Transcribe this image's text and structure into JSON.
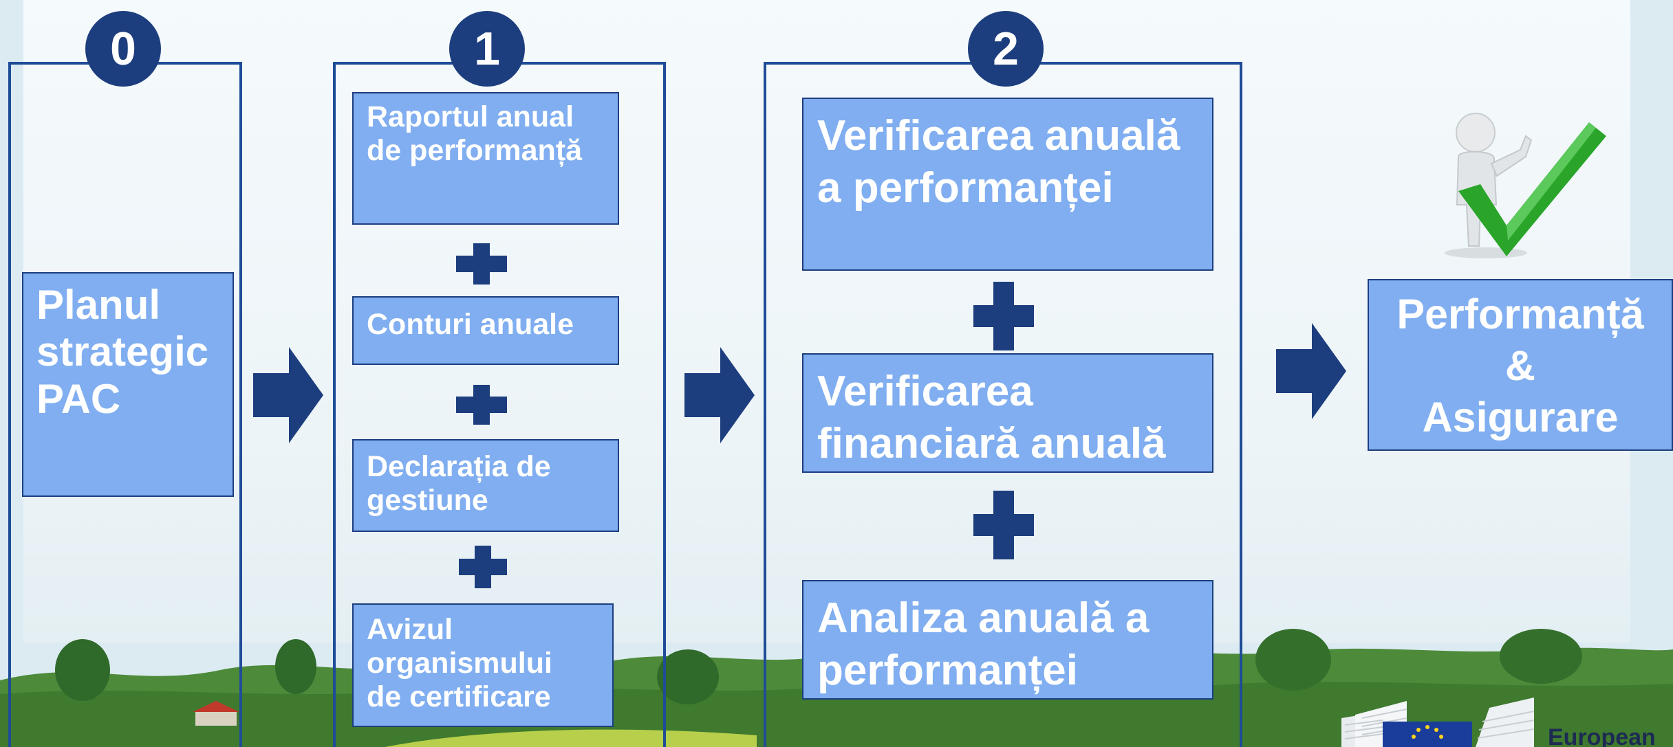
{
  "stages": [
    {
      "number": "0",
      "boxes": [
        "Planul\nstrategic\nPAC"
      ]
    },
    {
      "number": "1",
      "boxes": [
        "Raportul anual\nde performanță",
        "Conturi anuale",
        "Declarația de\ngestiune",
        "Avizul\norganismului\nde certificare"
      ]
    },
    {
      "number": "2",
      "boxes": [
        "Verificarea anuală\na performanței",
        "Verificarea\nfinanciară anuală",
        "Analiza anuală a\nperformanței"
      ]
    }
  ],
  "result": "Performanță\n&\nAsigurare",
  "footer_logo_text": "European",
  "colors": {
    "box_fill": "#80aef0",
    "dark_blue": "#1d3e7e",
    "frame_blue": "#1f4c97",
    "check_green": "#2aa52a"
  }
}
